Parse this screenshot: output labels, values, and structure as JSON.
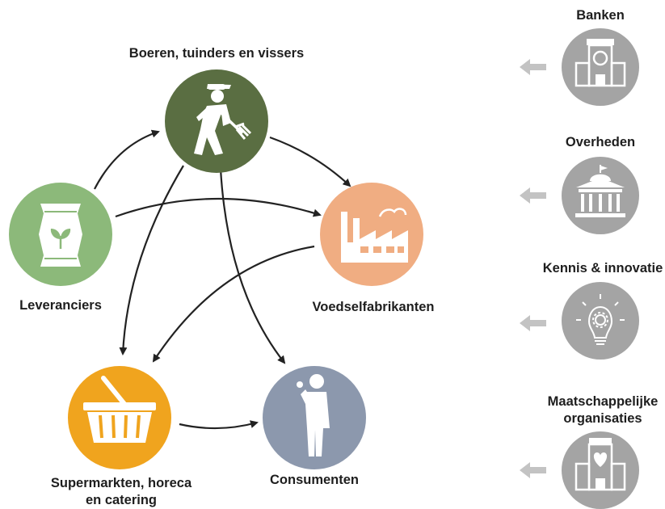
{
  "colors": {
    "boeren": "#5a6e42",
    "leveranciers": "#8cb97a",
    "voedselfabrikanten": "#f0ad82",
    "supermarkten": "#f0a41e",
    "consumenten": "#8c98ad",
    "side_circle": "#a4a4a4",
    "side_arrow": "#c3c3c3",
    "arrow": "#222222"
  },
  "nodes": {
    "boeren": {
      "label": "Boeren, tuinders en vissers",
      "icon": "farmer-icon"
    },
    "leveranciers": {
      "label": "Leveranciers",
      "icon": "supply-bag-icon"
    },
    "voedselfabrikanten": {
      "label": "Voedselfabrikanten",
      "icon": "factory-icon"
    },
    "supermarkten": {
      "label_line1": "Supermarkten, horeca",
      "label_line2": "en catering",
      "icon": "basket-icon"
    },
    "consumenten": {
      "label": "Consumenten",
      "icon": "consumer-icon"
    }
  },
  "side": {
    "banken": {
      "label": "Banken",
      "icon": "bank-icon"
    },
    "overheden": {
      "label": "Overheden",
      "icon": "government-icon"
    },
    "kennis": {
      "label": "Kennis & innovatie",
      "icon": "lightbulb-gear-icon"
    },
    "maatschappelijk": {
      "label_line1": "Maatschappelijke",
      "label_line2": "organisaties",
      "icon": "organisation-building-icon"
    }
  }
}
